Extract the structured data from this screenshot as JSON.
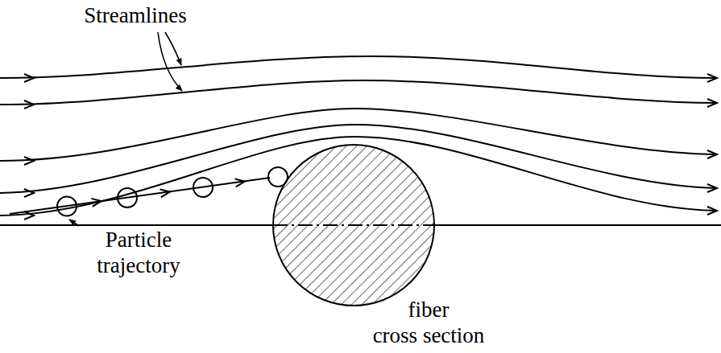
{
  "diagram": {
    "labels": [
      "Streamlines",
      "Particle trajectory",
      "fiber cross section"
    ]
  }
}
